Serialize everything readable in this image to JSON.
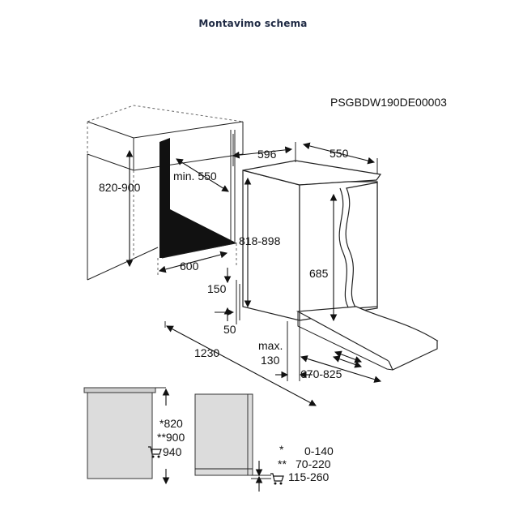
{
  "title": "Montavimo schema",
  "drawing_code": "PSGBDW190DE00003",
  "dimensions": {
    "niche_height": "820-900",
    "min_depth": "min. 550",
    "niche_depth": "600",
    "appliance_height": "818-898",
    "width": "596",
    "depth": "550",
    "door_panel": "685",
    "plinth_150": "150",
    "plinth_50": "50",
    "total_depth": "1230",
    "max_label": "max.",
    "max_value": "130",
    "door_travel": "670-825"
  },
  "side_view": {
    "labels": [
      "*820",
      "**900",
      "940"
    ],
    "legend": [
      {
        "mark": "*",
        "value": "0-140"
      },
      {
        "mark": "**",
        "value": "70-220"
      },
      {
        "mark": "cart-icon",
        "value": "115-260"
      }
    ]
  }
}
